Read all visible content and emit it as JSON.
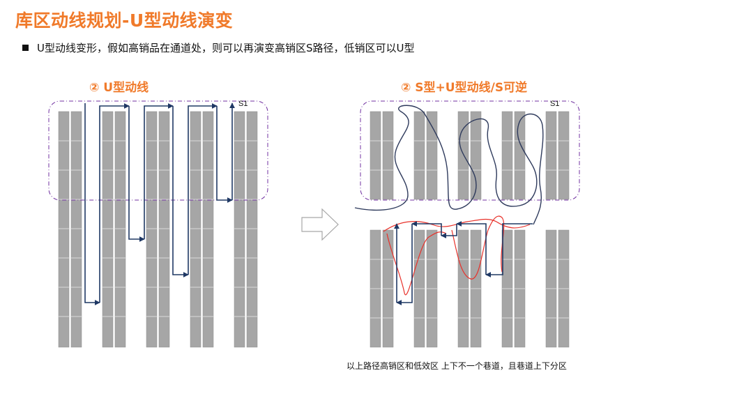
{
  "title": "库区动线规划-U型动线演变",
  "bullet": "U型动线变形，假如高销品在通道处，则可以再演变高销区S路径，低销区可以U型",
  "left_panel": {
    "heading": "② U型动线",
    "start_label": "S1"
  },
  "right_panel": {
    "heading": "② S型+U型动线/S可逆",
    "start_label": "S1"
  },
  "caption": "以上路径高销区和低效区 上下不一个巷道，且巷道上下分区",
  "colors": {
    "title": "#f07a2a",
    "rack": "#a6a6a6",
    "rack_line": "#d9d9d9",
    "u_path": "#1f3864",
    "s_path": "#2e3a5c",
    "red_path": "#e8312a",
    "zone_border": "#7030a0"
  }
}
